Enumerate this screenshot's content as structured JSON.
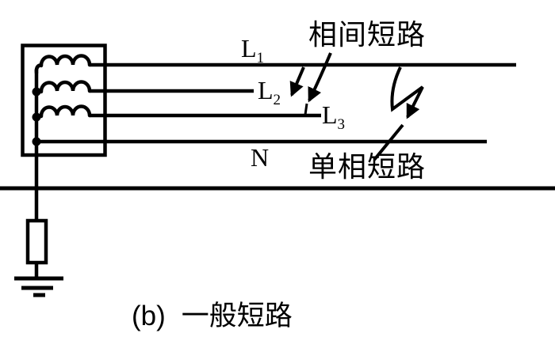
{
  "colors": {
    "ink": "#000000",
    "background": "#ffffff"
  },
  "phases": {
    "l1": {
      "base": "L",
      "sub": "1"
    },
    "l2": {
      "base": "L",
      "sub": "2"
    },
    "l3": {
      "base": "L",
      "sub": "3"
    },
    "neutral": "N"
  },
  "faults": {
    "interphase_label": "相间短路",
    "single_phase_label": "单相短路"
  },
  "caption": {
    "index": "(b)",
    "title": "一般短路"
  },
  "symbols": {
    "transformer_windings": "three-phase-transformer-coils",
    "grounding_resistor": "neutral-grounding-resistor",
    "earth": "earth-ground-symbol",
    "fault_arrows": "lightning-short-circuit-arrows"
  }
}
